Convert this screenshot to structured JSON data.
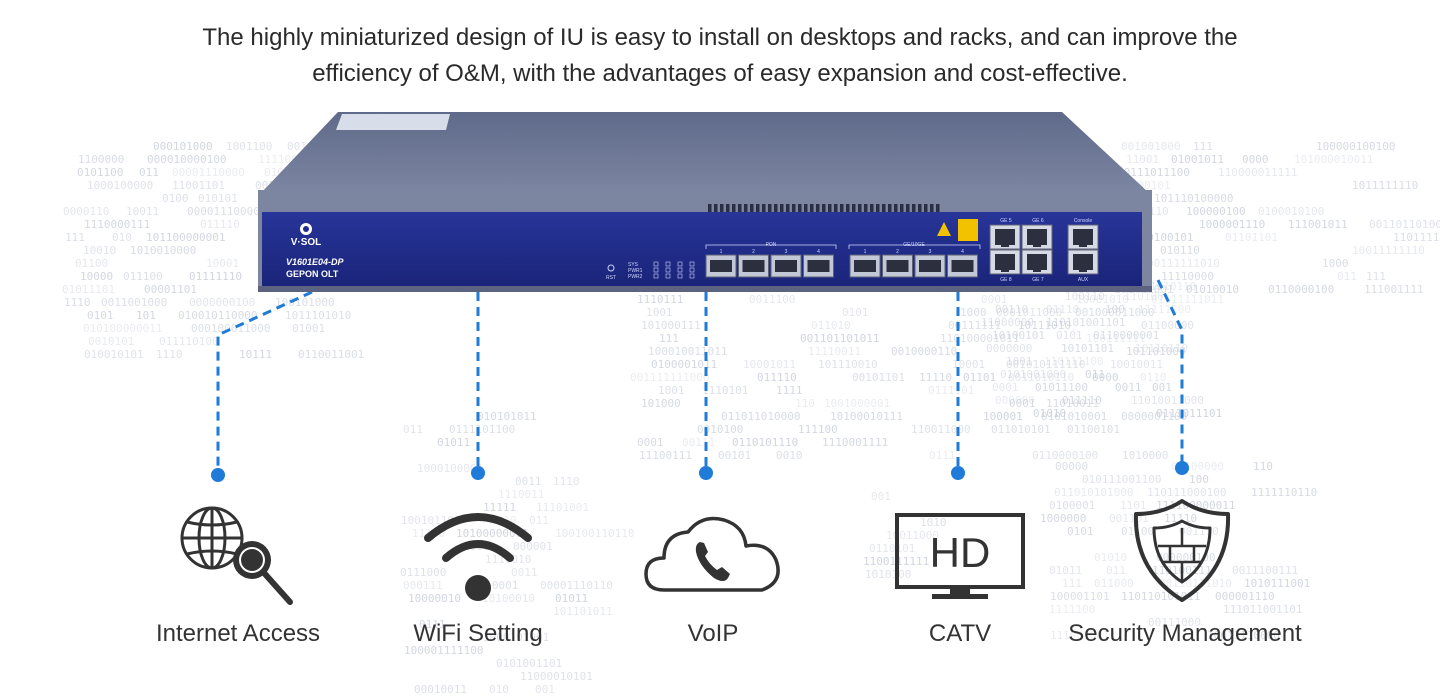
{
  "intro": {
    "line1": "The highly miniaturized design of IU is easy to install on desktops and racks, and can improve the",
    "line2": "efficiency of O&M, with the advantages of easy expansion and cost-effective."
  },
  "device": {
    "brand": "V·SOL",
    "model": "V1601E04-DP",
    "product_type": "GEPON OLT",
    "pon_group_label": "PON",
    "uplink_group_label": "GE/10GE",
    "console_label": "Console",
    "aux_label": "AUX",
    "rst_label": "RST",
    "status_labels": [
      "SYS",
      "PWR1",
      "PWR2"
    ],
    "pon_port_labels": [
      "1",
      "2",
      "3",
      "4"
    ],
    "uplink_port_labels": [
      "1",
      "2",
      "3",
      "4"
    ],
    "ge_labels": [
      "GE 5",
      "GE 6",
      "GE 8",
      "GE 7"
    ],
    "color_front": "#1f2a8f",
    "color_chassis": "#6f7894",
    "color_connector": "#1e7bd8"
  },
  "features": [
    {
      "label": "Internet Access",
      "icon": "globe-search-icon"
    },
    {
      "label": "WiFi Setting",
      "icon": "wifi-icon"
    },
    {
      "label": "VoIP",
      "icon": "cloud-phone-icon"
    },
    {
      "label": "CATV",
      "icon": "hd-tv-icon",
      "icon_text": "HD"
    },
    {
      "label": "Security Management",
      "icon": "shield-icon"
    }
  ]
}
